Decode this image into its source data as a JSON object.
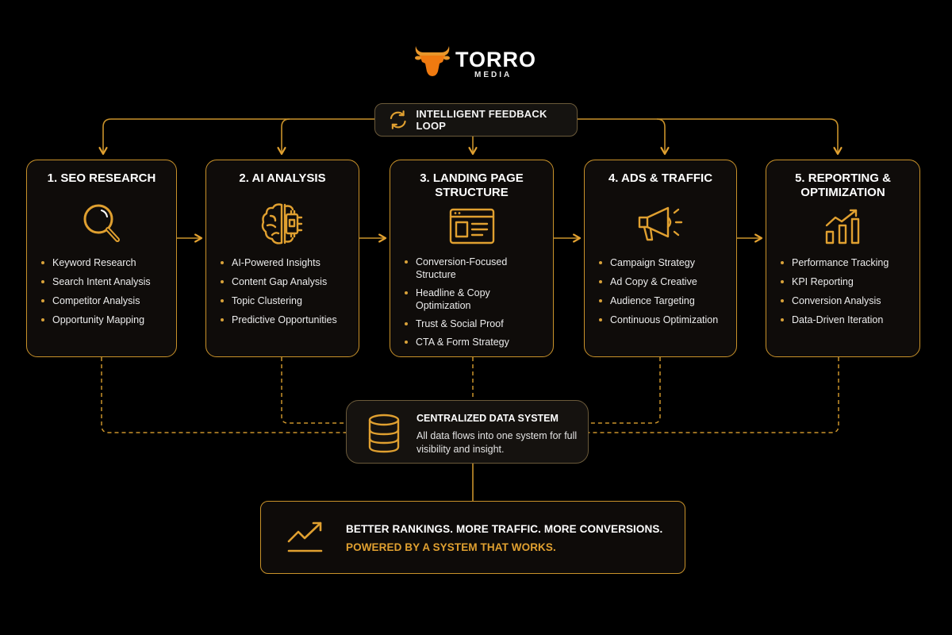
{
  "brand": {
    "name": "TORRO",
    "subtitle": "MEDIA",
    "logo_icon": "bull-head-icon",
    "accent_color": "#e0a030",
    "logo_color": "#f07a10"
  },
  "feedback_loop": {
    "label": "INTELLIGENT FEEDBACK LOOP",
    "icon": "refresh-cycle-icon"
  },
  "steps": [
    {
      "title_line1": "1. SEO RESEARCH",
      "title_line2": "",
      "icon": "magnifying-glass-icon",
      "items": [
        "Keyword Research",
        "Search Intent Analysis",
        "Competitor Analysis",
        "Opportunity Mapping"
      ]
    },
    {
      "title_line1": "2. AI ANALYSIS",
      "title_line2": "",
      "icon": "brain-chip-icon",
      "items": [
        "AI-Powered Insights",
        "Content Gap Analysis",
        "Topic Clustering",
        "Predictive Opportunities"
      ]
    },
    {
      "title_line1": "3. LANDING PAGE",
      "title_line2": "STRUCTURE",
      "icon": "browser-layout-icon",
      "items": [
        "Conversion-Focused Structure",
        "Headline & Copy Optimization",
        "Trust & Social Proof",
        "CTA & Form Strategy"
      ]
    },
    {
      "title_line1": "4. ADS & TRAFFIC",
      "title_line2": "",
      "icon": "megaphone-icon",
      "items": [
        "Campaign Strategy",
        "Ad Copy & Creative",
        "Audience Targeting",
        "Continuous Optimization"
      ]
    },
    {
      "title_line1": "5. REPORTING &",
      "title_line2": "OPTIMIZATION",
      "icon": "bar-chart-growth-icon",
      "items": [
        "Performance Tracking",
        "KPI Reporting",
        "Conversion Analysis",
        "Data-Driven Iteration"
      ]
    }
  ],
  "data_system": {
    "title": "CENTRALIZED DATA SYSTEM",
    "description": "All data flows into one system for full visibility and insight.",
    "icon": "database-icon"
  },
  "banner": {
    "line1": "BETTER RANKINGS. MORE TRAFFIC. MORE CONVERSIONS.",
    "line2": "POWERED BY A SYSTEM THAT WORKS.",
    "icon": "trend-up-icon"
  }
}
